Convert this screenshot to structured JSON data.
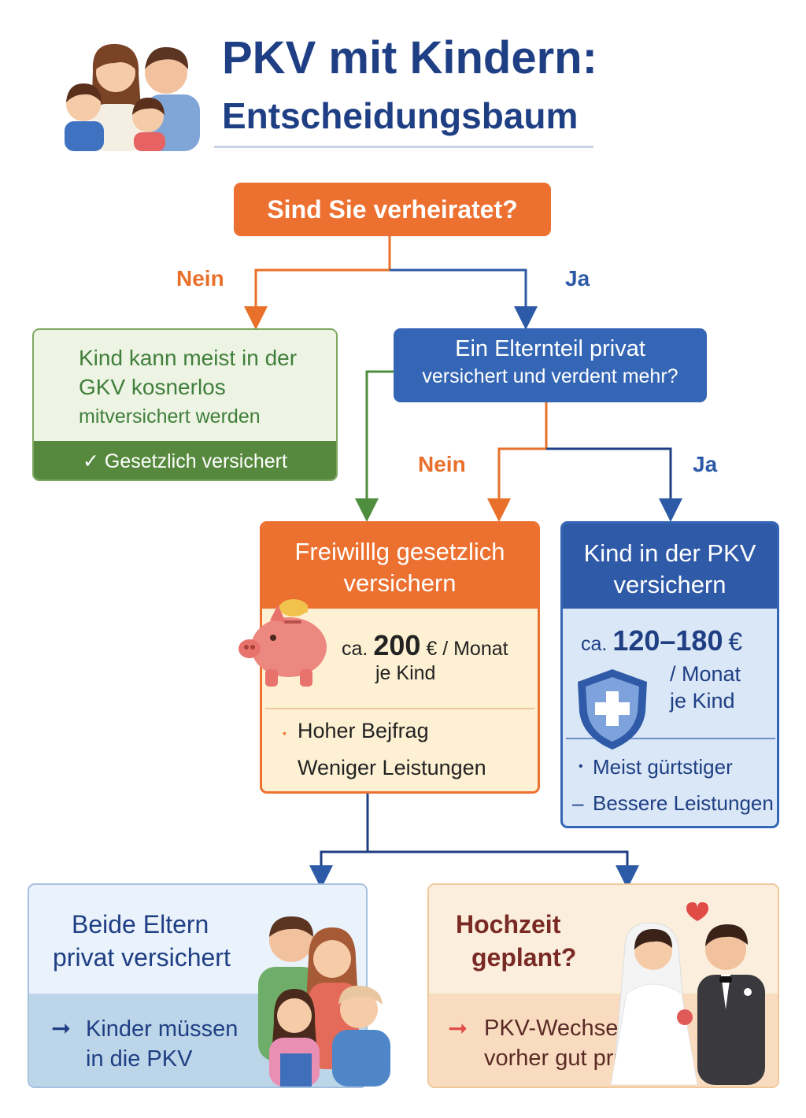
{
  "header": {
    "title_line1": "PKV mit Kindern:",
    "title_line2": "Entscheidungsbaum"
  },
  "root": {
    "question": "Sind Sie verheiratet?"
  },
  "labels": {
    "no_1": "Nein",
    "yes_1": "Ja",
    "no_2": "Nein",
    "yes_2": "Ja"
  },
  "gkv_box": {
    "line1": "Kind kann meist in der",
    "line2": "GKV kosnerlos",
    "line3": "mitversichert werden",
    "footer": "✓ Gesetzlich versichert"
  },
  "parent_question": {
    "line1": "Ein Elternteil privat",
    "line2": "versichert und verdent mehr?"
  },
  "voluntary_box": {
    "title_line1": "Freiwilllg gesetzlich",
    "title_line2": "versichern",
    "price_prefix": "ca.",
    "price_amount": "200",
    "price_suffix": "€ / Monat",
    "price_per": "je Kind",
    "bullet1": "Hoher Bejfrag",
    "bullet2": "Weniger Leistungen"
  },
  "pkv_box": {
    "title_line1": "Kind in der PKV",
    "title_line2": "versichern",
    "price_prefix": "ca.",
    "price_amount": "120–180",
    "price_suffix": "€",
    "price_line2": "/ Monat",
    "price_line3": "je Kind",
    "bullet1": "Meist gürtstiger",
    "bullet2": "Bessere Leistungen"
  },
  "both_private_box": {
    "title_line1": "Beide Eltern",
    "title_line2": "privat versichert",
    "result_line1": "Kinder müssen",
    "result_line2": "in die PKV"
  },
  "wedding_box": {
    "title_line1": "Hochzeit",
    "title_line2": "geplant?",
    "result_line1": "PKV-Wechsel",
    "result_line2": "vorher gut prüfen!"
  },
  "colors": {
    "navy": "#1f3f84",
    "orange": "#ec7130",
    "blue": "#3466b5",
    "green": "#3f7f3b",
    "green_box_bg": "#eef4e4",
    "cream": "#fdf0d3",
    "light_blue": "#dae7f6",
    "maroon": "#7a2a25"
  }
}
